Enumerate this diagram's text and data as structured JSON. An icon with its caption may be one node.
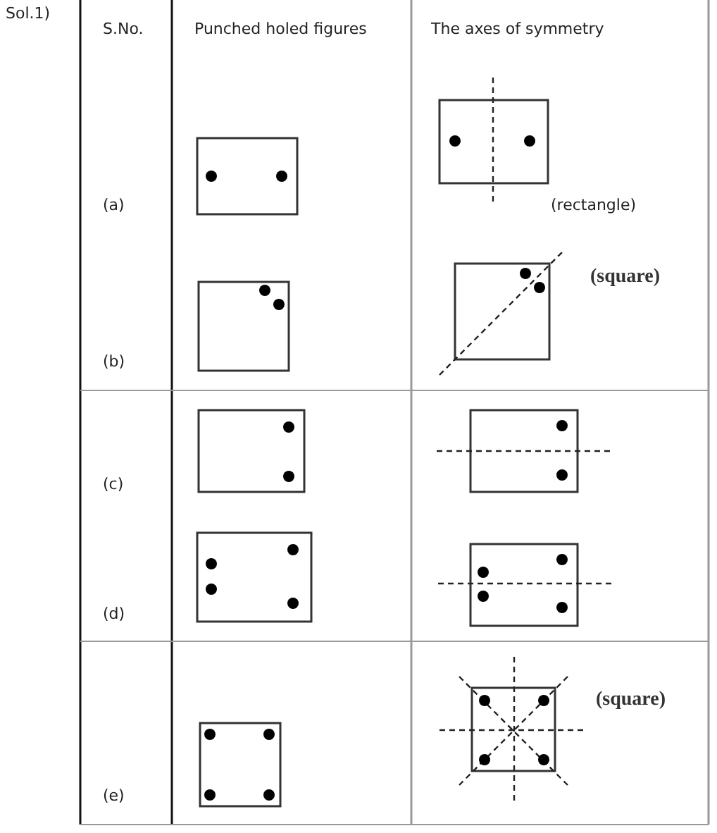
{
  "diagram": {
    "labels": [
      "Sol.1)",
      "S.No.",
      "Punched holed figures",
      "The axes of symmetry",
      "(a)",
      "(rectangle)",
      "(b)",
      "(square)",
      "(c)",
      "(d)",
      "(e)",
      "(square)"
    ]
  }
}
